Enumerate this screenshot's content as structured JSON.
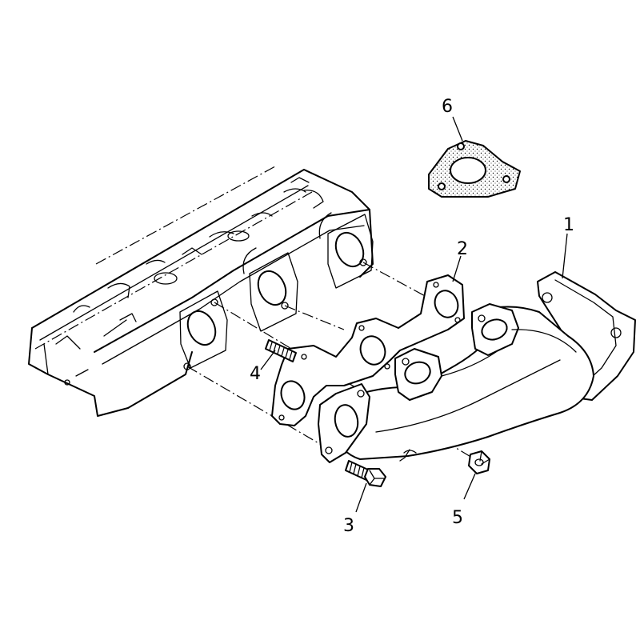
{
  "diagram": {
    "callouts": [
      {
        "id": "1",
        "label": "1",
        "part": "exhaust-manifold"
      },
      {
        "id": "2",
        "label": "2",
        "part": "manifold-gasket"
      },
      {
        "id": "3",
        "label": "3",
        "part": "bolt"
      },
      {
        "id": "4",
        "label": "4",
        "part": "stud"
      },
      {
        "id": "5",
        "label": "5",
        "part": "nut"
      },
      {
        "id": "6",
        "label": "6",
        "part": "flange-gasket"
      }
    ],
    "colors": {
      "line": "#000000",
      "background": "#ffffff"
    }
  }
}
